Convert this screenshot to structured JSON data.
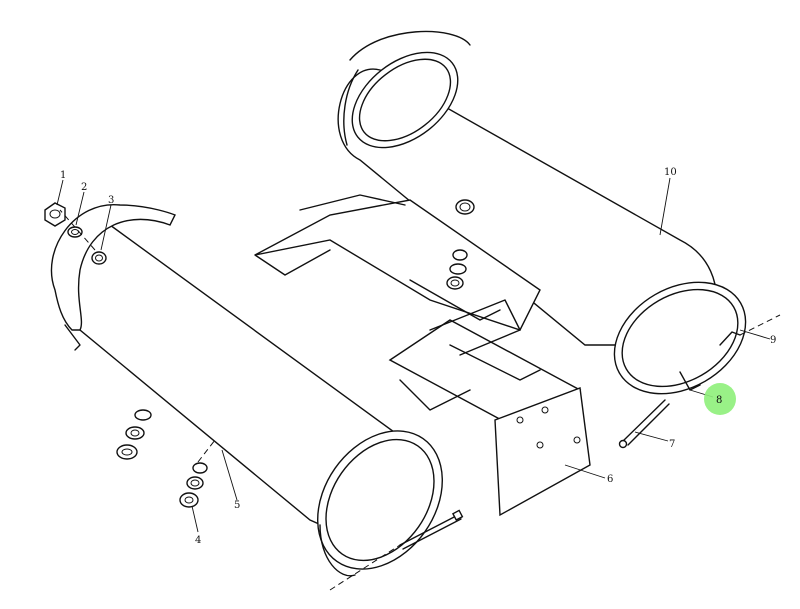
{
  "callouts": [
    {
      "id": "1",
      "label": "1"
    },
    {
      "id": "2",
      "label": "2"
    },
    {
      "id": "3",
      "label": "3"
    },
    {
      "id": "4",
      "label": "4"
    },
    {
      "id": "5",
      "label": "5"
    },
    {
      "id": "6",
      "label": "6"
    },
    {
      "id": "7",
      "label": "7"
    },
    {
      "id": "8",
      "label": "8"
    },
    {
      "id": "9",
      "label": "9"
    },
    {
      "id": "10",
      "label": "10"
    }
  ],
  "highlight": {
    "callout": "8",
    "color": "#8ef07a"
  },
  "colors": {
    "line": "#111111",
    "background": "#ffffff"
  }
}
